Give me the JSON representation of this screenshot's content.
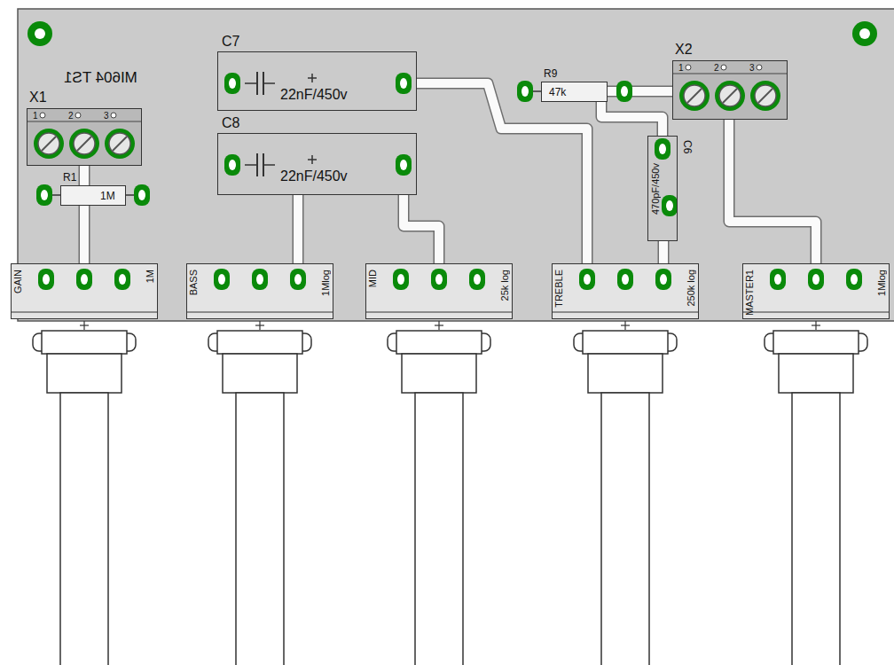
{
  "diagram": {
    "nodes": [
      {
        "text": [
          "C7",
          "22nF/450v"
        ]
      },
      {
        "text": [
          "R9",
          "47k"
        ]
      },
      {
        "text": [
          "X2",
          "1",
          "2",
          "3"
        ]
      },
      {
        "text": [
          "X1",
          "1",
          "2",
          "3"
        ]
      },
      {
        "text": [
          "C8",
          "22nF/450v"
        ]
      },
      {
        "text": [
          "C6",
          "470pF/450v"
        ]
      },
      {
        "text": [
          "R1",
          "1M"
        ]
      },
      {
        "text": [
          "GAIN",
          "1M"
        ]
      },
      {
        "text": [
          "BASS",
          "1Mlog"
        ]
      },
      {
        "text": [
          "MID",
          "25k log"
        ]
      },
      {
        "text": [
          "TREBLE",
          "250k log"
        ]
      },
      {
        "text": [
          "MASTER1",
          "1Mlog"
        ]
      }
    ],
    "edges": [
      {
        "from": 3,
        "to": 7,
        "arrow": "none"
      },
      {
        "from": 4,
        "to": 8,
        "arrow": "none"
      },
      {
        "from": 4,
        "to": 9,
        "arrow": "none"
      },
      {
        "from": 0,
        "to": 10,
        "arrow": "none"
      },
      {
        "from": 1,
        "to": 2,
        "arrow": "none"
      },
      {
        "from": 1,
        "to": 5,
        "arrow": "none"
      },
      {
        "from": 5,
        "to": 10,
        "arrow": "none"
      },
      {
        "from": 2,
        "to": 11,
        "arrow": "none"
      }
    ],
    "labels": [
      "MI604 TS1"
    ]
  }
}
